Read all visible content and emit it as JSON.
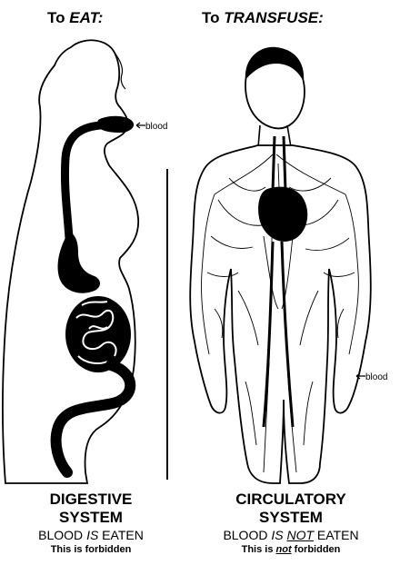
{
  "left": {
    "title_prefix": "To ",
    "title_em": "EAT:",
    "blood_label": "blood",
    "system_line1": "DIGESTIVE",
    "system_line2": "SYSTEM",
    "blood_prefix": "BLOOD ",
    "blood_em": "IS",
    "blood_suffix": " EATEN",
    "note": "This is forbidden"
  },
  "right": {
    "title_prefix": "To ",
    "title_em": "TRANSFUSE:",
    "blood_label": "blood",
    "system_line1": "CIRCULATORY",
    "system_line2": "SYSTEM",
    "blood_prefix": "BLOOD ",
    "blood_em": "IS",
    "blood_mid": " ",
    "blood_not": "NOT",
    "blood_suffix": " EATEN",
    "note_prefix": "This is ",
    "note_em": "not",
    "note_suffix": "  forbidden"
  },
  "colors": {
    "ink": "#000000",
    "paper": "#ffffff"
  },
  "icons": [
    "digestive-tract-figure",
    "circulatory-system-figure",
    "arrow-pointer-icon"
  ]
}
